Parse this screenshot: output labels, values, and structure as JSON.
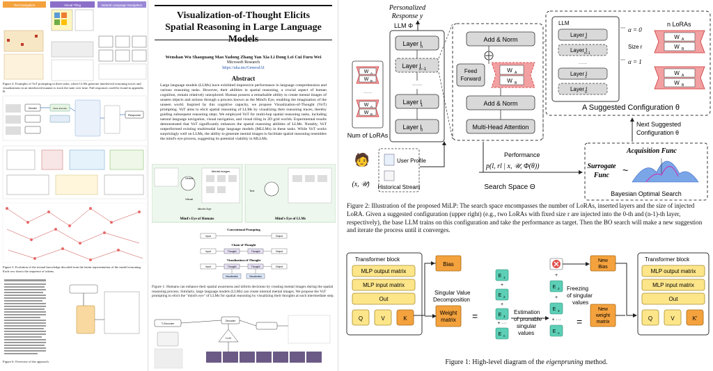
{
  "left_panel": {
    "fig_labels": [
      "Text Navigation",
      "Visual Tiling",
      "Natural Language Navigation"
    ],
    "caption_a": "Figure 4: Examples of VoT prompting in three tasks, where LLMs generate interleaved reasoning traces and visualizations in an interleaved manner to track the state over time. Full responses could be found in appendix B.",
    "caption_b": "Figure 5: Evolution of the textual knowledge decoded from the latent representation of the model reasoning. Each row shows the sequence of tokens.",
    "caption_c": "Figure 6: Overview of the approach.",
    "labels": {
      "vision": "Vision Encoder",
      "response": "Response",
      "decoder": "Decoder"
    }
  },
  "mid_panel": {
    "title_l1": "Visualization-of-Thought Elicits",
    "title_l2": "Spatial Reasoning in Large Language Models",
    "authors": "Wenshan Wu   Shaoguang Mao   Yadong Zhang   Yan Xia   Li Dong   Lei Cui   Furu Wei",
    "affiliation": "Microsoft Research",
    "url": "https://aka.ms/GeneralAI",
    "abstract_heading": "Abstract",
    "abstract": "Large language models (LLMs) have exhibited impressive performance in language comprehension and various reasoning tasks. However, their abilities in spatial reasoning, a crucial aspect of human cognition, remain relatively unexplored. Human possess a remarkable ability to create mental images of unseen objects and actions through a process known as the Mind's Eye, enabling the imagination of the unseen world. Inspired by this cognitive capacity, we propose Visualization-of-Thought (VoT) prompting. VoT aims to elicit spatial reasoning of LLMs by visualizing their reasoning traces, thereby guiding subsequent reasoning steps. We employed VoT for multi-hop spatial reasoning tasks, including natural language navigation, visual navigation, and visual tiling in 2D grid worlds. Experimental results demonstrated that VoT significantly enhances the spatial reasoning abilities of LLMs. Notably, VoT outperformed existing multimodal large language models (MLLMs) in these tasks. While VoT works surprisingly well on LLMs, the ability to generate mental images to facilitate spatial reasoning resembles the mind's eye process, suggesting its potential viability in MLLMs.",
    "fig_left_label": "Mind's Eye of Humans",
    "fig_right_label": "Mind's Eye of LLMs",
    "mind_eye": "Mind's Eye",
    "mental_images": "Mental Images",
    "verbal": "Verbal",
    "visual": "Visual",
    "text_label": "Text",
    "prompt_titles": [
      "Conventional Prompting",
      "Chain-of-Thought",
      "Visualization-of-Thought"
    ],
    "node_input": "Input",
    "node_output": "Output",
    "node_thought": "Thought",
    "node_visual": "Visualization",
    "caption": "Figure 1: Humans can enhance their spatial awareness and inform decisions by creating mental images during the spatial reasoning process. Similarly, large language models (LLMs) can create internal mental images. We propose the VoT prompting to elicit the \"mind's eye\" of LLMs for spatial reasoning by visualizing their thoughts at each intermediate step.",
    "bottom_labels": {
      "encoder": "T-Encoder",
      "decoder": "Decoder",
      "llm": "LLM"
    }
  },
  "top_right": {
    "personalized": "Personalized",
    "response": "Response y",
    "llm_phi": "LLM Φ",
    "layer_n": "Layer l",
    "layer_n1": "Layer l",
    "layer_1": "Layer l",
    "layer_0": "Layer l",
    "sub_n": "n",
    "sub_n1": "n−1",
    "sub_1": "1",
    "sub_0": "0",
    "dots": "······",
    "add_norm": "Add & Norm",
    "feed_forward_1": "Feed",
    "feed_forward_2": "Forward",
    "mha": "Multi-Head Attention",
    "wa": "W",
    "wb": "W",
    "sub_a": "A",
    "sub_b": "B",
    "num_loras": "Num of LoRAs",
    "user_profile": "User Profile",
    "historical": "Historical Stream",
    "xu": "(x, 𝒰)",
    "performance": "Performance",
    "perf_formula": "p(l, rl | x, 𝒰, Φ(θ))",
    "search_space": "Search Space Θ",
    "llm_small": "LLM",
    "alpha0": "α = 0",
    "alpha1": "α = 1",
    "n_loras": "n LoRAs",
    "size_r": "Size r",
    "suggested": "A Suggested Configuration θ",
    "next_suggested_1": "Next Suggested",
    "next_suggested_2": "Configuration θ",
    "acquisition": "Acquisition Func",
    "surrogate_1": "Surrogate",
    "surrogate_2": "Func",
    "bayes": "Bayesian Optimal Search",
    "caption": "Figure 2: Illustration of the proposed MiLP: The search space encompasses the number of LoRAs, inserted layers and the size of injected LoRA. Given a suggested configuration (upper right) (e.g., two LoRAs with fixed size r are injected into the 0-th and (n-1)-th layer, respectively), the base LLM trains on this configuration and take the performance as target. Then the BO search will make a new suggestion and iterate the process until it converges."
  },
  "bottom_right": {
    "tb_left": "Transformer block",
    "tb_right": "Transformer block",
    "mlp_out": "MLP output matrix",
    "mlp_in": "MLP input matrix",
    "out": "Out",
    "q": "Q",
    "v": "V",
    "k": "K",
    "k_prime": "K'",
    "bias": "Bias",
    "new_bias_1": "New",
    "new_bias_2": "Bias",
    "weight_1": "Weight",
    "weight_2": "matrix",
    "new_weight_1": "New",
    "new_weight_2": "weight",
    "new_weight_3": "matrix",
    "svd_1": "Singular Value",
    "svd_2": "Decomposition",
    "freeze_1": "Freezing",
    "freeze_2": "of singular",
    "freeze_3": "values",
    "est_1": "Estimation",
    "est_2": "of prunable",
    "est_3": "singular",
    "est_4": "values",
    "eq": "=",
    "plus": "+",
    "e1": "E",
    "e2": "E",
    "e3": "E",
    "en": "E",
    "s1": "1",
    "s2": "2",
    "s3": "3",
    "sn": "n",
    "caption_pre": "Figure 1: High-level diagram of the ",
    "caption_em": "eigenpruning",
    "caption_post": " method."
  },
  "colors": {
    "accent_red": "#e8787a",
    "lora_fill": "#f2a0a2",
    "orange": "#f4a23e",
    "teal": "#5ccfb6",
    "yellow": "#fde58a",
    "gray_box": "#d9d9d9"
  }
}
